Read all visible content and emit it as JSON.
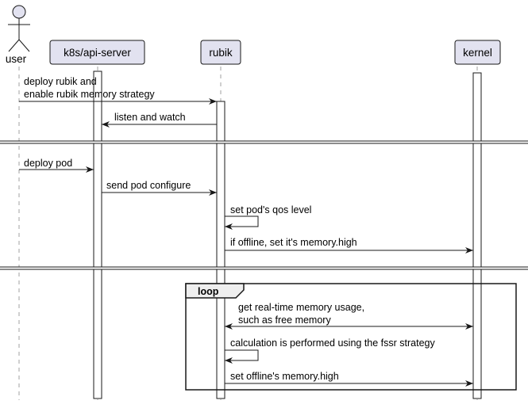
{
  "actor": {
    "label": "user",
    "icon": "stick-figure-icon"
  },
  "participants": [
    {
      "key": "api",
      "label": "k8s/api-server"
    },
    {
      "key": "rubik",
      "label": "rubik"
    },
    {
      "key": "kernel",
      "label": "kernel"
    }
  ],
  "messages": [
    {
      "from": "user",
      "to": "rubik",
      "lines": [
        "deploy rubik and",
        "enable rubik memory strategy"
      ]
    },
    {
      "from": "rubik",
      "to": "api",
      "lines": [
        "listen and watch"
      ]
    },
    {
      "from": "user",
      "to": "api",
      "lines": [
        "deploy pod"
      ]
    },
    {
      "from": "api",
      "to": "rubik",
      "lines": [
        "send pod configure"
      ]
    },
    {
      "from": "rubik",
      "to": "rubik",
      "lines": [
        "set pod's qos level"
      ]
    },
    {
      "from": "rubik",
      "to": "kernel",
      "lines": [
        "if offline, set it's memory.high"
      ]
    },
    {
      "from": "rubik",
      "to": "kernel",
      "bidirectional": true,
      "lines": [
        "get real-time memory usage,",
        "such as free memory"
      ]
    },
    {
      "from": "rubik",
      "to": "rubik",
      "lines": [
        "calculation is performed using the fssr strategy"
      ]
    },
    {
      "from": "rubik",
      "to": "kernel",
      "lines": [
        "set offline's memory.high"
      ]
    }
  ],
  "loop": {
    "label": "loop"
  },
  "colors": {
    "participant_fill": "#E2E2F0",
    "participant_border": "#181818",
    "lifeline": "#A0A0A0",
    "line": "#181818",
    "loop_tab": "#EEEEEE"
  }
}
